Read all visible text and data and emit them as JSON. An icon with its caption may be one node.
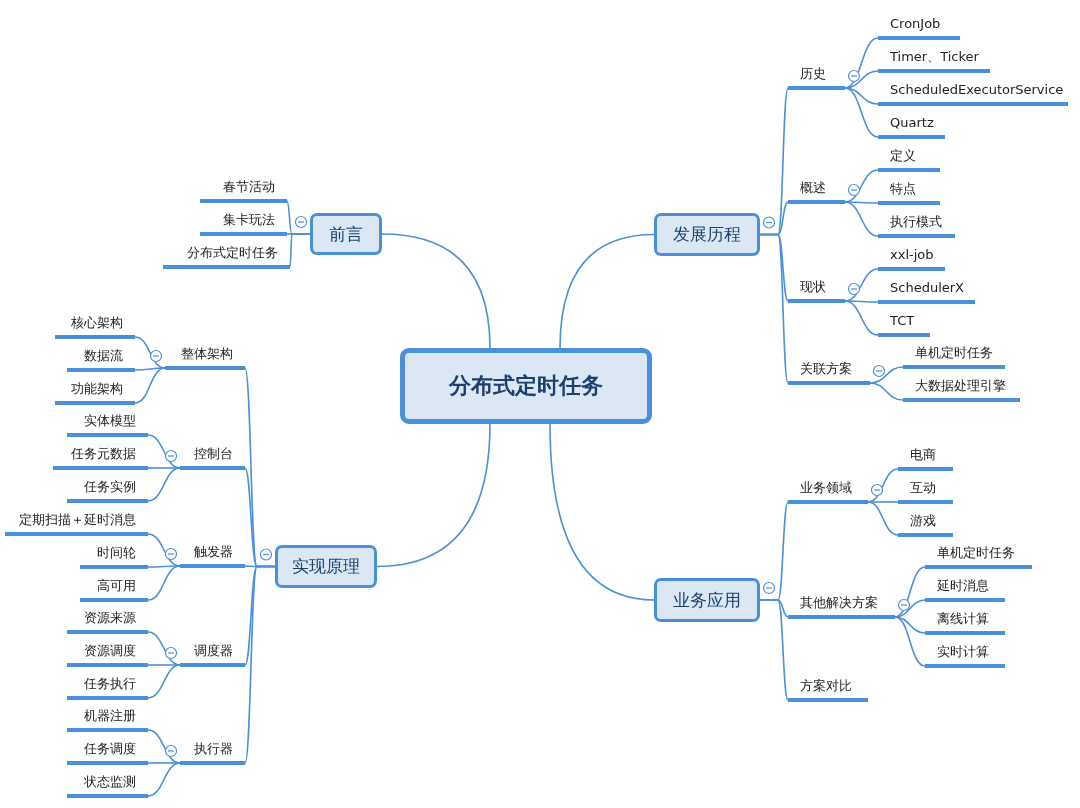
{
  "diagram": {
    "nodes": [
      {
        "text": [
          "分布式定时任务"
        ]
      },
      {
        "text": [
          "前言"
        ]
      },
      {
        "text": [
          "春节活动"
        ]
      },
      {
        "text": [
          "集卡玩法"
        ]
      },
      {
        "text": [
          "分布式定时任务"
        ]
      },
      {
        "text": [
          "发展历程"
        ]
      },
      {
        "text": [
          "历史"
        ]
      },
      {
        "text": [
          "CronJob"
        ]
      },
      {
        "text": [
          "Timer、Ticker"
        ]
      },
      {
        "text": [
          "ScheduledExecutorService"
        ]
      },
      {
        "text": [
          "Quartz"
        ]
      },
      {
        "text": [
          "概述"
        ]
      },
      {
        "text": [
          "定义"
        ]
      },
      {
        "text": [
          "特点"
        ]
      },
      {
        "text": [
          "执行模式"
        ]
      },
      {
        "text": [
          "现状"
        ]
      },
      {
        "text": [
          "xxl-job"
        ]
      },
      {
        "text": [
          "SchedulerX"
        ]
      },
      {
        "text": [
          "TCT"
        ]
      },
      {
        "text": [
          "关联方案"
        ]
      },
      {
        "text": [
          "单机定时任务"
        ]
      },
      {
        "text": [
          "大数据处理引擎"
        ]
      },
      {
        "text": [
          "实现原理"
        ]
      },
      {
        "text": [
          "整体架构"
        ]
      },
      {
        "text": [
          "核心架构"
        ]
      },
      {
        "text": [
          "数据流"
        ]
      },
      {
        "text": [
          "功能架构"
        ]
      },
      {
        "text": [
          "控制台"
        ]
      },
      {
        "text": [
          "实体模型"
        ]
      },
      {
        "text": [
          "任务元数据"
        ]
      },
      {
        "text": [
          "任务实例"
        ]
      },
      {
        "text": [
          "触发器"
        ]
      },
      {
        "text": [
          "定期扫描＋延时消息"
        ]
      },
      {
        "text": [
          "时间轮"
        ]
      },
      {
        "text": [
          "高可用"
        ]
      },
      {
        "text": [
          "调度器"
        ]
      },
      {
        "text": [
          "资源来源"
        ]
      },
      {
        "text": [
          "资源调度"
        ]
      },
      {
        "text": [
          "任务执行"
        ]
      },
      {
        "text": [
          "执行器"
        ]
      },
      {
        "text": [
          "机器注册"
        ]
      },
      {
        "text": [
          "任务调度"
        ]
      },
      {
        "text": [
          "状态监测"
        ]
      },
      {
        "text": [
          "业务应用"
        ]
      },
      {
        "text": [
          "业务领域"
        ]
      },
      {
        "text": [
          "电商"
        ]
      },
      {
        "text": [
          "互动"
        ]
      },
      {
        "text": [
          "游戏"
        ]
      },
      {
        "text": [
          "其他解决方案"
        ]
      },
      {
        "text": [
          "单机定时任务"
        ]
      },
      {
        "text": [
          "延时消息"
        ]
      },
      {
        "text": [
          "离线计算"
        ]
      },
      {
        "text": [
          "实时计算"
        ]
      },
      {
        "text": [
          "方案对比"
        ]
      }
    ],
    "edges": [
      {
        "from": 0,
        "to": 1,
        "arrow": "none"
      },
      {
        "from": 1,
        "to": 2,
        "arrow": "none"
      },
      {
        "from": 1,
        "to": 3,
        "arrow": "none"
      },
      {
        "from": 1,
        "to": 4,
        "arrow": "none"
      },
      {
        "from": 0,
        "to": 5,
        "arrow": "none"
      },
      {
        "from": 5,
        "to": 6,
        "arrow": "none"
      },
      {
        "from": 6,
        "to": 7,
        "arrow": "none"
      },
      {
        "from": 6,
        "to": 8,
        "arrow": "none"
      },
      {
        "from": 6,
        "to": 9,
        "arrow": "none"
      },
      {
        "from": 6,
        "to": 10,
        "arrow": "none"
      },
      {
        "from": 5,
        "to": 11,
        "arrow": "none"
      },
      {
        "from": 11,
        "to": 12,
        "arrow": "none"
      },
      {
        "from": 11,
        "to": 13,
        "arrow": "none"
      },
      {
        "from": 11,
        "to": 14,
        "arrow": "none"
      },
      {
        "from": 5,
        "to": 15,
        "arrow": "none"
      },
      {
        "from": 15,
        "to": 16,
        "arrow": "none"
      },
      {
        "from": 15,
        "to": 17,
        "arrow": "none"
      },
      {
        "from": 15,
        "to": 18,
        "arrow": "none"
      },
      {
        "from": 5,
        "to": 19,
        "arrow": "none"
      },
      {
        "from": 19,
        "to": 20,
        "arrow": "none"
      },
      {
        "from": 19,
        "to": 21,
        "arrow": "none"
      },
      {
        "from": 0,
        "to": 22,
        "arrow": "none"
      },
      {
        "from": 22,
        "to": 23,
        "arrow": "none"
      },
      {
        "from": 23,
        "to": 24,
        "arrow": "none"
      },
      {
        "from": 23,
        "to": 25,
        "arrow": "none"
      },
      {
        "from": 23,
        "to": 26,
        "arrow": "none"
      },
      {
        "from": 22,
        "to": 27,
        "arrow": "none"
      },
      {
        "from": 27,
        "to": 28,
        "arrow": "none"
      },
      {
        "from": 27,
        "to": 29,
        "arrow": "none"
      },
      {
        "from": 27,
        "to": 30,
        "arrow": "none"
      },
      {
        "from": 22,
        "to": 31,
        "arrow": "none"
      },
      {
        "from": 31,
        "to": 32,
        "arrow": "none"
      },
      {
        "from": 31,
        "to": 33,
        "arrow": "none"
      },
      {
        "from": 31,
        "to": 34,
        "arrow": "none"
      },
      {
        "from": 22,
        "to": 35,
        "arrow": "none"
      },
      {
        "from": 35,
        "to": 36,
        "arrow": "none"
      },
      {
        "from": 35,
        "to": 37,
        "arrow": "none"
      },
      {
        "from": 35,
        "to": 38,
        "arrow": "none"
      },
      {
        "from": 22,
        "to": 39,
        "arrow": "none"
      },
      {
        "from": 39,
        "to": 40,
        "arrow": "none"
      },
      {
        "from": 39,
        "to": 41,
        "arrow": "none"
      },
      {
        "from": 39,
        "to": 42,
        "arrow": "none"
      },
      {
        "from": 0,
        "to": 43,
        "arrow": "none"
      },
      {
        "from": 43,
        "to": 44,
        "arrow": "none"
      },
      {
        "from": 44,
        "to": 45,
        "arrow": "none"
      },
      {
        "from": 44,
        "to": 46,
        "arrow": "none"
      },
      {
        "from": 44,
        "to": 47,
        "arrow": "none"
      },
      {
        "from": 43,
        "to": 48,
        "arrow": "none"
      },
      {
        "from": 48,
        "to": 49,
        "arrow": "none"
      },
      {
        "from": 48,
        "to": 50,
        "arrow": "none"
      },
      {
        "from": 48,
        "to": 51,
        "arrow": "none"
      },
      {
        "from": 48,
        "to": 52,
        "arrow": "none"
      },
      {
        "from": 43,
        "to": 53,
        "arrow": "none"
      }
    ]
  }
}
